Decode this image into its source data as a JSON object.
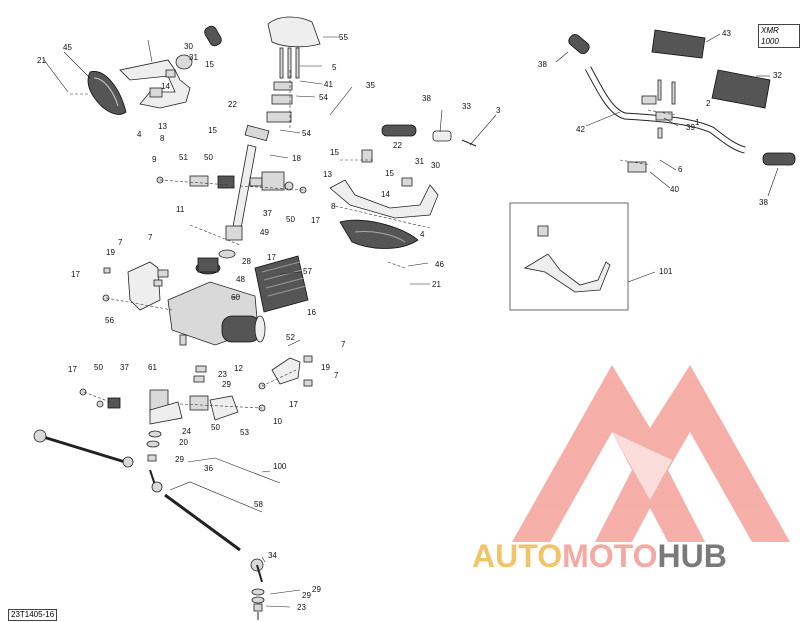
{
  "diagram": {
    "reference_code": "23T1405-16",
    "variant_label": "XMR 1000",
    "callouts": {
      "c1": "1",
      "c2": "2",
      "c3": "3",
      "c4": "4",
      "c4b": "4",
      "c5": "5",
      "c6": "6",
      "c7a": "7",
      "c7b": "7",
      "c7c": "7",
      "c7d": "7",
      "c8a": "8",
      "c8b": "8",
      "c9": "9",
      "c10": "10",
      "c11": "11",
      "c12": "12",
      "c13a": "13",
      "c13b": "13",
      "c14a": "14",
      "c14b": "14",
      "c15a": "15",
      "c15b": "15",
      "c15c": "15",
      "c15d": "15",
      "c16": "16",
      "c17a": "17",
      "c17b": "17",
      "c17c": "17",
      "c17d": "17",
      "c17e": "17",
      "c18": "18",
      "c19a": "19",
      "c19b": "19",
      "c20": "20",
      "c21a": "21",
      "c21b": "21",
      "c22a": "22",
      "c22b": "22",
      "c23a": "23",
      "c23b": "23",
      "c24": "24",
      "c28": "28",
      "c29a": "29",
      "c29b": "29",
      "c29c": "29",
      "c29d": "29",
      "c30a": "30",
      "c30b": "30",
      "c31a": "31",
      "c31b": "31",
      "c32": "32",
      "c33": "33",
      "c34": "34",
      "c35": "35",
      "c36": "36",
      "c37a": "37",
      "c37b": "37",
      "c38a": "38",
      "c38b": "38",
      "c38c": "38",
      "c39": "39",
      "c40": "40",
      "c41": "41",
      "c42": "42",
      "c43": "43",
      "c45": "45",
      "c46": "46",
      "c48": "48",
      "c49": "49",
      "c50a": "50",
      "c50b": "50",
      "c50c": "50",
      "c50d": "50",
      "c51": "51",
      "c52": "52",
      "c53": "53",
      "c54a": "54",
      "c54b": "54",
      "c55": "55",
      "c56": "56",
      "c57": "57",
      "c58": "58",
      "c60": "60",
      "c61": "61",
      "c100": "100",
      "c101": "101"
    }
  },
  "watermark": {
    "part1": "AUTO",
    "part2": "MOTO",
    "part3": "HUB",
    "colors": {
      "auto": "#f2c46a",
      "moto": "#f4a9a2",
      "hub": "#7a7a7a",
      "emblem": "#f4a19a"
    }
  }
}
